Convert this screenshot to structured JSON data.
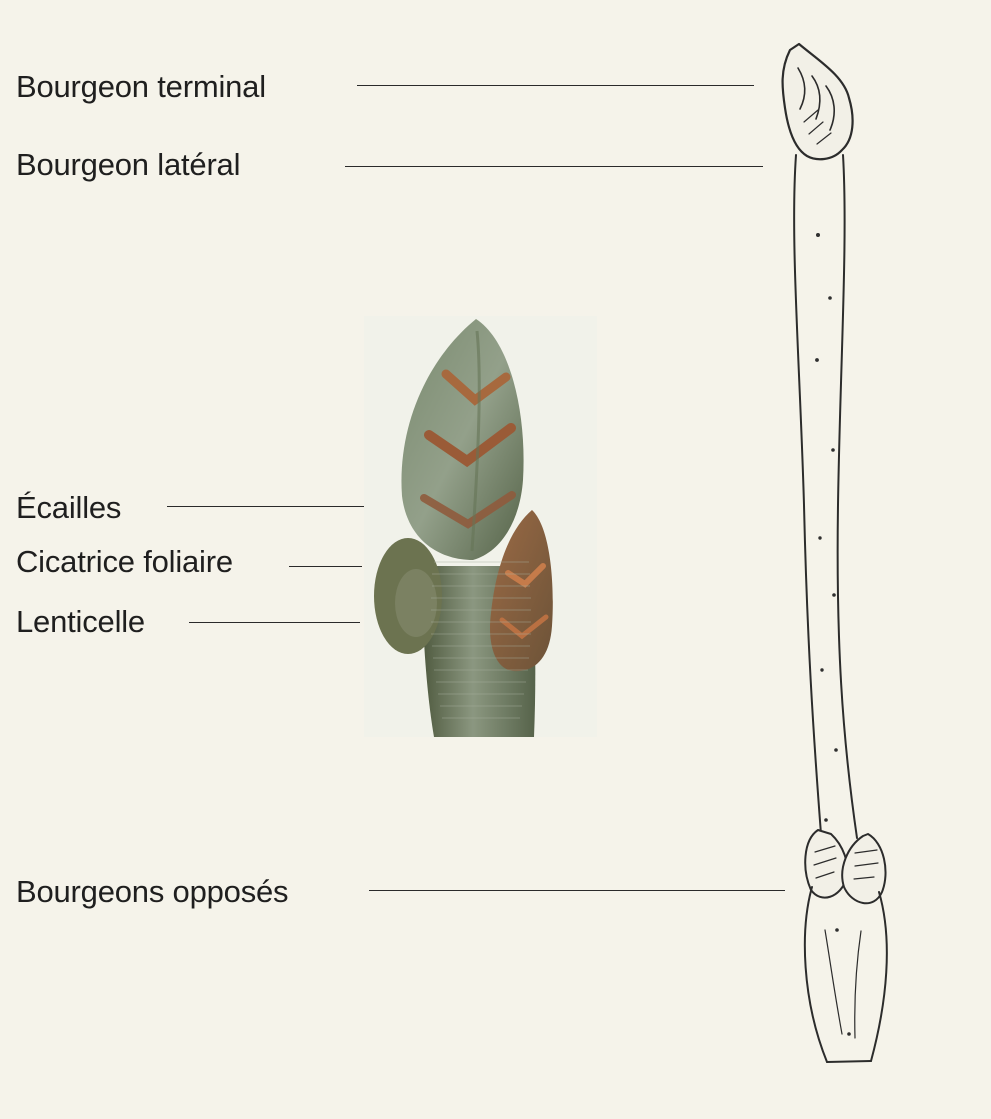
{
  "labels": {
    "bourgeon_terminal": "Bourgeon terminal",
    "bourgeon_lateral": "Bourgeon latéral",
    "ecailles": "Écailles",
    "cicatrice_foliaire": "Cicatrice foliaire",
    "lenticelle": "Lenticelle",
    "bourgeons_opposes": "Bourgeons opposés"
  },
  "colors": {
    "background": "#f5f3ea",
    "text": "#1f1f1f",
    "bud_green": "#6d7f62",
    "bud_brown": "#8f5b3d",
    "stem_green": "#5f6c4c"
  },
  "illustrations": {
    "bud_photo_icon": "bud-photo",
    "twig_drawing_icon": "twig-sketch"
  }
}
